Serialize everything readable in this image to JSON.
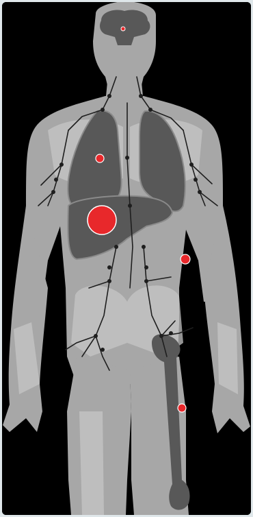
{
  "figure": {
    "background_color": "#000000",
    "border_color": "#dfe7ea",
    "body_color": "#a7a7a7",
    "body_light_color": "#c6c6c6",
    "organ_color": "#585858",
    "organ_outline_color": "#8a8a8a",
    "lymph_color": "#1e1e1e",
    "tumor_color": "#e8282b",
    "tumor_outline_color": "#ffffff"
  },
  "organs": [
    "brain",
    "left-lung",
    "right-lung",
    "liver",
    "left-femur"
  ],
  "tumor_sites": [
    {
      "site": "brain",
      "size": "small"
    },
    {
      "site": "lung",
      "size": "medium"
    },
    {
      "site": "liver",
      "size": "large"
    },
    {
      "site": "abdomen",
      "size": "medium"
    },
    {
      "site": "femur",
      "size": "medium"
    }
  ]
}
